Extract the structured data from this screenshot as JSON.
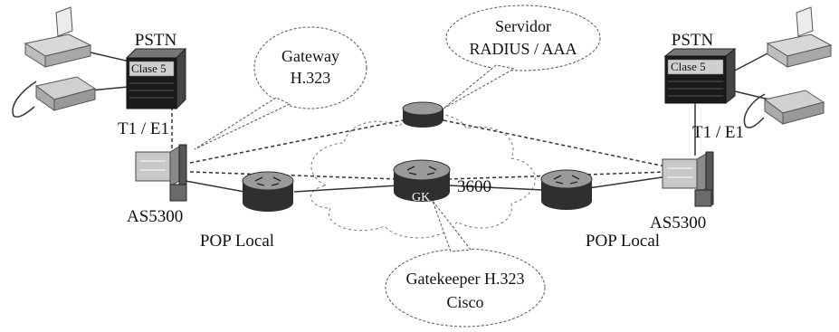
{
  "labels": {
    "pstn_left": "PSTN",
    "pstn_right": "PSTN",
    "switch_left": "Clase 5",
    "switch_right": "Clase 5",
    "t1e1_left": "T1 / E1",
    "t1e1_right": "T1 / E1",
    "as_left": "AS5300",
    "as_right": "AS5300",
    "pop_left": "POP Local",
    "pop_right": "POP Local",
    "router_center": "3600",
    "router_center_tag": "GK",
    "gateway_line1": "Gateway",
    "gateway_line2": "H.323",
    "radius_line1": "Servidor",
    "radius_line2": "RADIUS / AAA",
    "gatekeeper_line1": "Gatekeeper H.323",
    "gatekeeper_line2": "Cisco"
  },
  "colors": {
    "switch_body": "#1a1a1a",
    "router_dark": "#2f2f2f",
    "router_light": "#9a9a9a",
    "device_gray": "#bdbdbd"
  }
}
